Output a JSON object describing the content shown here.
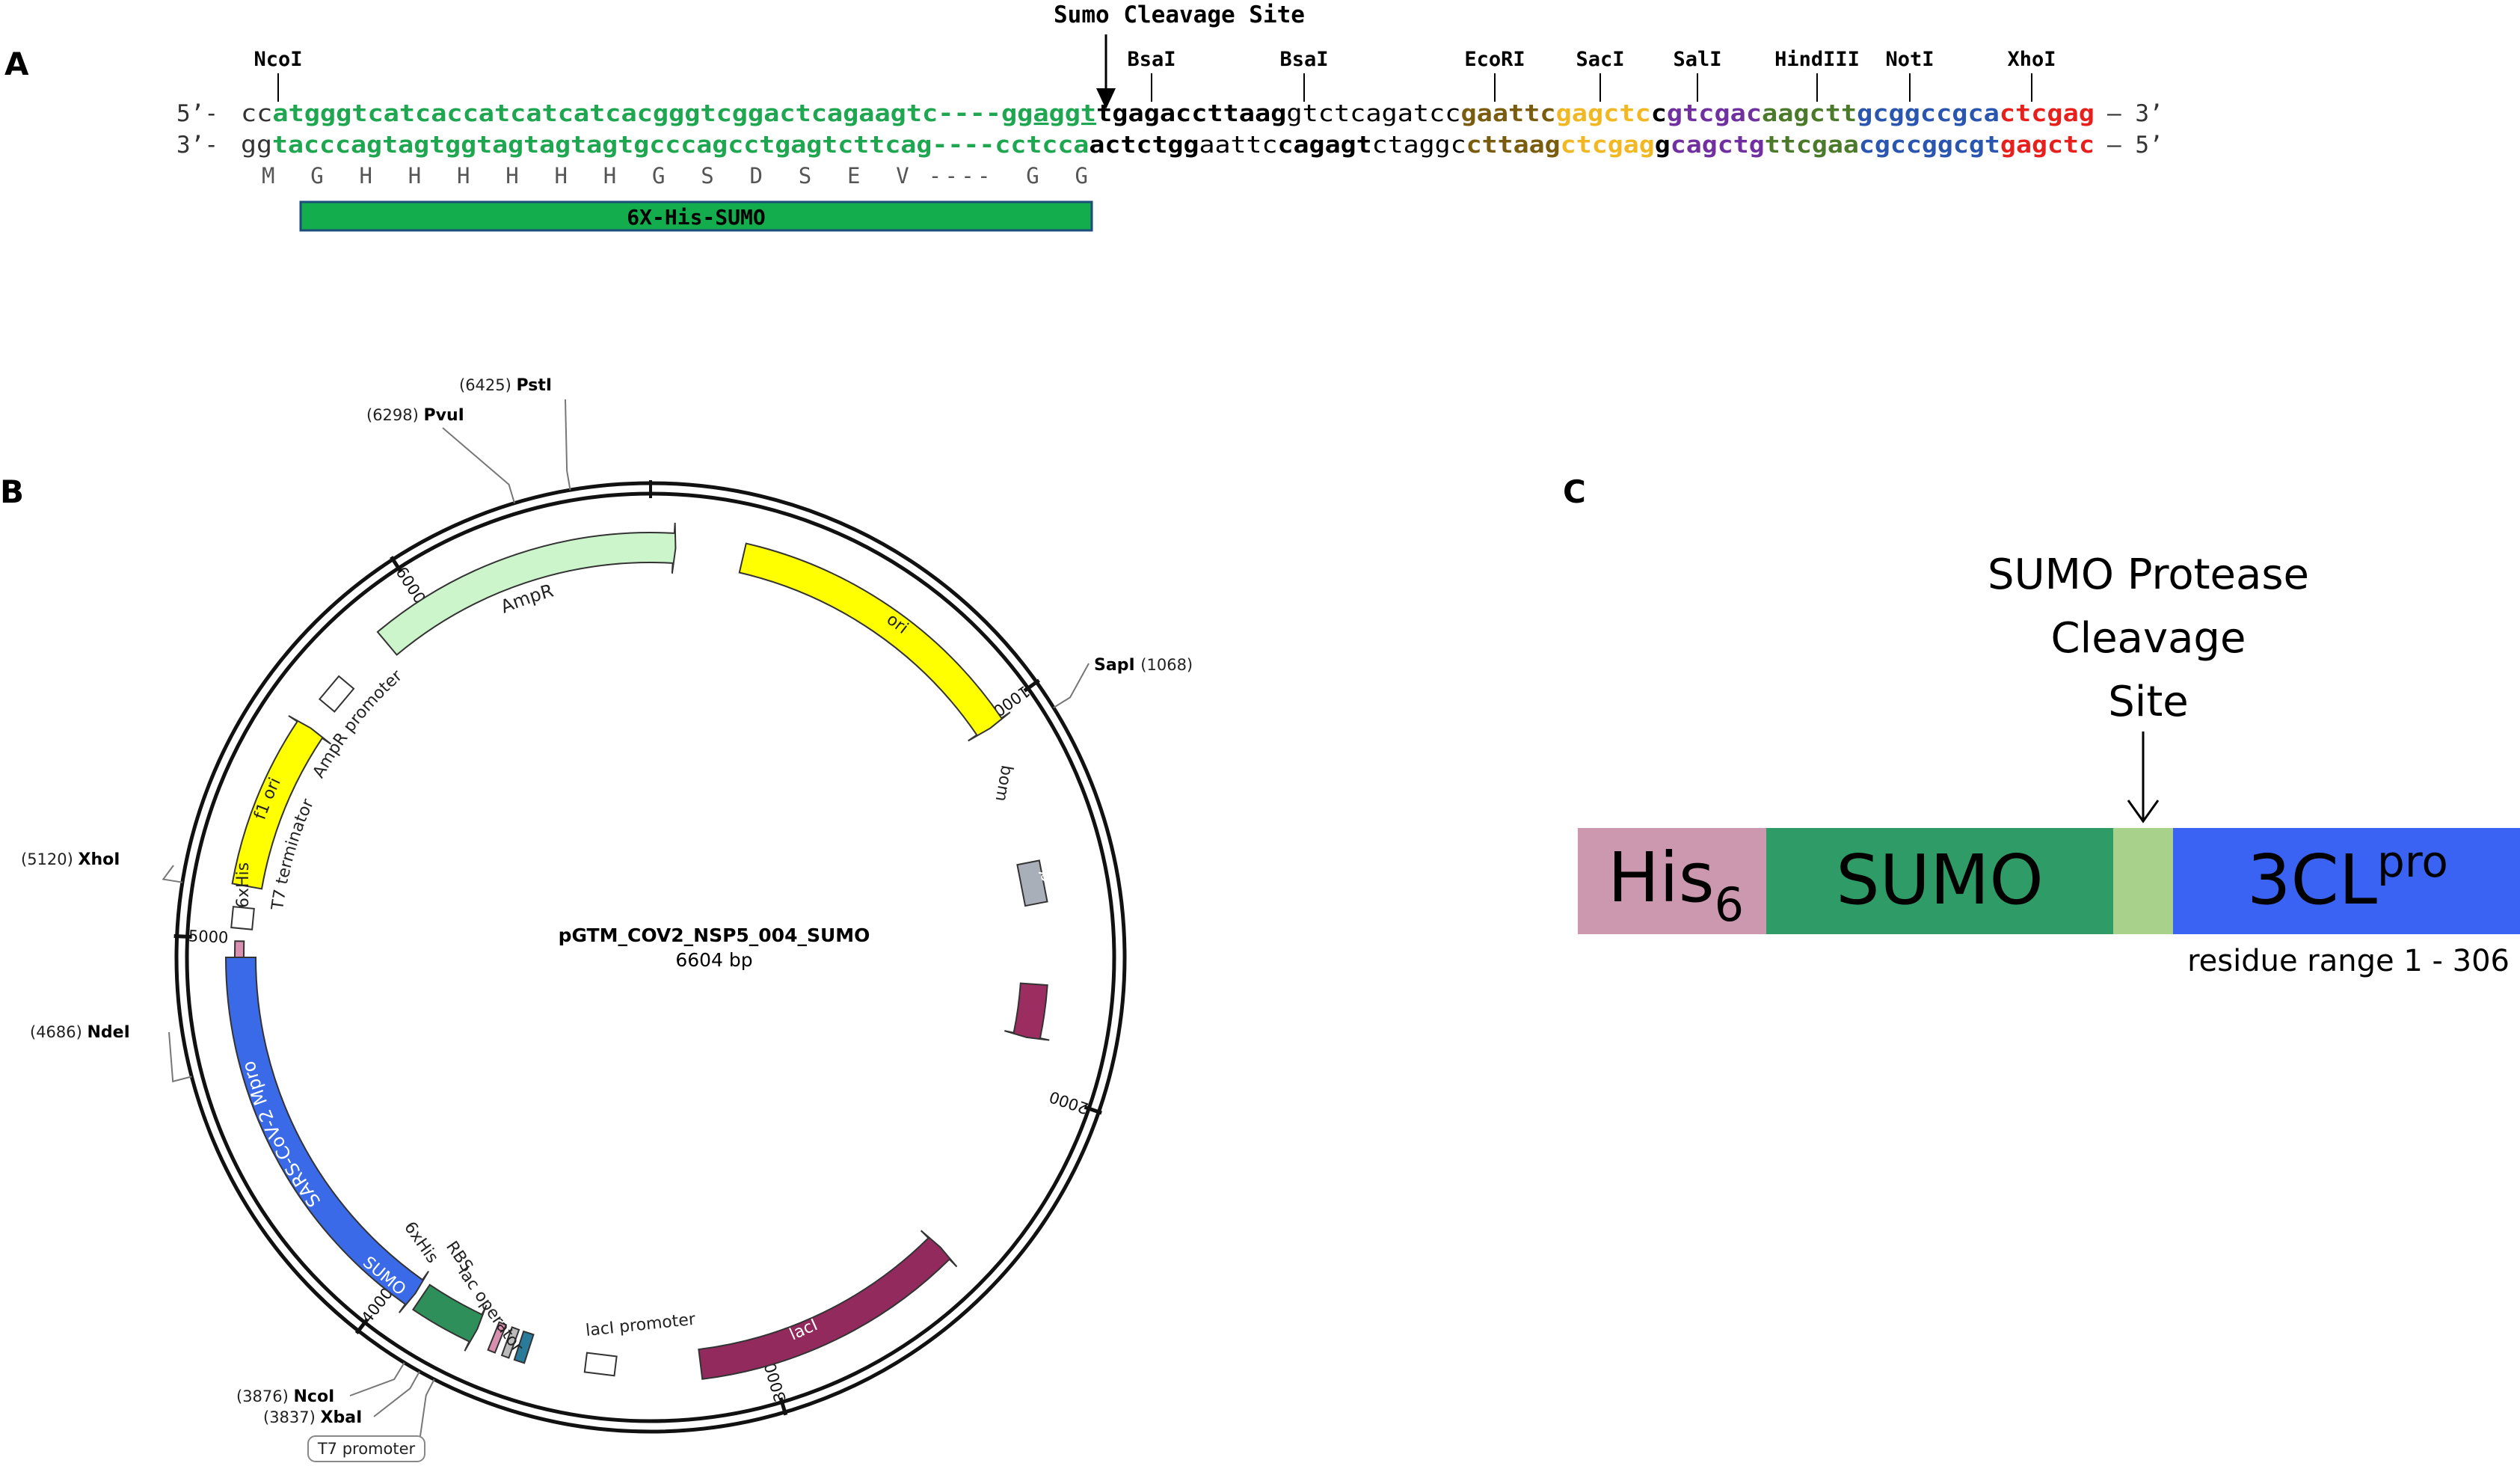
{
  "panels": {
    "a": "A",
    "b": "B",
    "c": "C"
  },
  "panel_a": {
    "cleavage_label": "Sumo Cleavage Site",
    "sites": [
      {
        "name": "NcoI"
      },
      {
        "name": "BsaI"
      },
      {
        "name": "BsaI"
      },
      {
        "name": "EcoRI"
      },
      {
        "name": "SacI"
      },
      {
        "name": "SalI"
      },
      {
        "name": "HindIII"
      },
      {
        "name": "NotI"
      },
      {
        "name": "XhoI"
      }
    ],
    "top_prefix": "5’-",
    "top_suffix": "– 3’",
    "bottom_prefix": "3’-",
    "bottom_suffix": "– 5’",
    "top_segments": [
      {
        "text": "cc",
        "color": "#333333",
        "bold": false
      },
      {
        "text": "atgggtcatcaccatcatcatcacgggtcggactcagaagtc----",
        "color": "#1fa650",
        "bold": true
      },
      {
        "text": "ggaggt",
        "color": "#1fa650",
        "bold": true,
        "underline": true
      },
      {
        "text": "tgagacc",
        "color": "#000000",
        "bold": true
      },
      {
        "text": "ttaag",
        "color": "#000000",
        "bold": true
      },
      {
        "text": "gtctcagatcc",
        "color": "#000000",
        "bold": false
      },
      {
        "text": "gaattc",
        "color": "#7a5c0e",
        "bold": true
      },
      {
        "text": "gagctc",
        "color": "#f2b824",
        "bold": true
      },
      {
        "text": "c",
        "color": "#000000",
        "bold": true
      },
      {
        "text": "gtcgac",
        "color": "#7130a0",
        "bold": true
      },
      {
        "text": "aagctt",
        "color": "#4a7a2a",
        "bold": true
      },
      {
        "text": "gcggccgca",
        "color": "#2a56b0",
        "bold": true
      },
      {
        "text": "ctcgag",
        "color": "#e8201d",
        "bold": true
      }
    ],
    "bottom_segments": [
      {
        "text": "gg",
        "color": "#333333",
        "bold": false
      },
      {
        "text": "tacccagtagtggtagtagtagtgcccagcctgagtcttcag----",
        "color": "#1fa650",
        "bold": true
      },
      {
        "text": "cctcca",
        "color": "#1fa650",
        "bold": true
      },
      {
        "text": "actctgg",
        "color": "#000000",
        "bold": true
      },
      {
        "text": "aattc",
        "color": "#000000",
        "bold": false
      },
      {
        "text": "cagagt",
        "color": "#000000",
        "bold": true
      },
      {
        "text": "ctaggc",
        "color": "#000000",
        "bold": false
      },
      {
        "text": "cttaag",
        "color": "#7a5c0e",
        "bold": true
      },
      {
        "text": "ctcgag",
        "color": "#f2b824",
        "bold": true
      },
      {
        "text": "g",
        "color": "#000000",
        "bold": true
      },
      {
        "text": "cagctg",
        "color": "#7130a0",
        "bold": true
      },
      {
        "text": "ttcgaa",
        "color": "#4a7a2a",
        "bold": true
      },
      {
        "text": "cgccggcgt",
        "color": "#2a56b0",
        "bold": true
      },
      {
        "text": "gagctc",
        "color": "#e8201d",
        "bold": true
      }
    ],
    "amino_acids": "M  G  H  H  H  H  H  H  G  S  D  S  E  V ----  G  G",
    "tag_label": "6X-His-SUMO",
    "tag_color": "#13ad4e"
  },
  "panel_b": {
    "plasmid_name": "pGTM_COV2_NSP5_004_SUMO",
    "plasmid_size": "6604 bp",
    "tick_labels": [
      "1000",
      "2000",
      "3000",
      "4000",
      "5000",
      "6000"
    ],
    "sites": [
      {
        "pos": "(6425)",
        "name": "PstI"
      },
      {
        "pos": "(6298)",
        "name": "PvuI"
      },
      {
        "pos": "(1068)",
        "name": "SapI"
      },
      {
        "pos": "(5120)",
        "name": "XhoI"
      },
      {
        "pos": "(4686)",
        "name": "NdeI"
      },
      {
        "pos": "(3876)",
        "name": "NcoI"
      },
      {
        "pos": "(3837)",
        "name": "XbaI"
      }
    ],
    "t7_promoter_label": "T7 promoter",
    "features": {
      "ampr": "AmpR",
      "ampr_promoter": "AmpR promoter",
      "ori": "ori",
      "f1_ori": "f1 ori",
      "bom": "bom",
      "rop": "rop",
      "t7_terminator": "T7 terminator",
      "his_top": "6xHis",
      "mpro": "SARS-CoV-2 Mpro",
      "sumo": "SUMO",
      "his_bottom": "6xHis",
      "rbs": "RBS",
      "lac_operator": "lac operator",
      "laci_promoter": "lacI promoter",
      "laci": "lacI"
    },
    "colors": {
      "ampr": "#ccf5cc",
      "ori": "#ffff00",
      "bom": "#a9afb8",
      "rop": "#9c2d61",
      "mpro": "#3a6ae8",
      "sumo": "#2f8f5a",
      "laci": "#922a5e",
      "his": "#d98faf"
    }
  },
  "panel_c": {
    "cleavage_lines": [
      "SUMO Protease",
      "Cleavage",
      "Site"
    ],
    "his_main": "His",
    "his_sub": "6",
    "sumo": "SUMO",
    "cl_main": "3CL",
    "cl_sup": "pro",
    "residue_range": "residue range 1 - 306",
    "colors": {
      "his": "#cc98b0",
      "sumo": "#2f9b67",
      "linker": "#a8d18c",
      "cl": "#3a63f4"
    }
  }
}
